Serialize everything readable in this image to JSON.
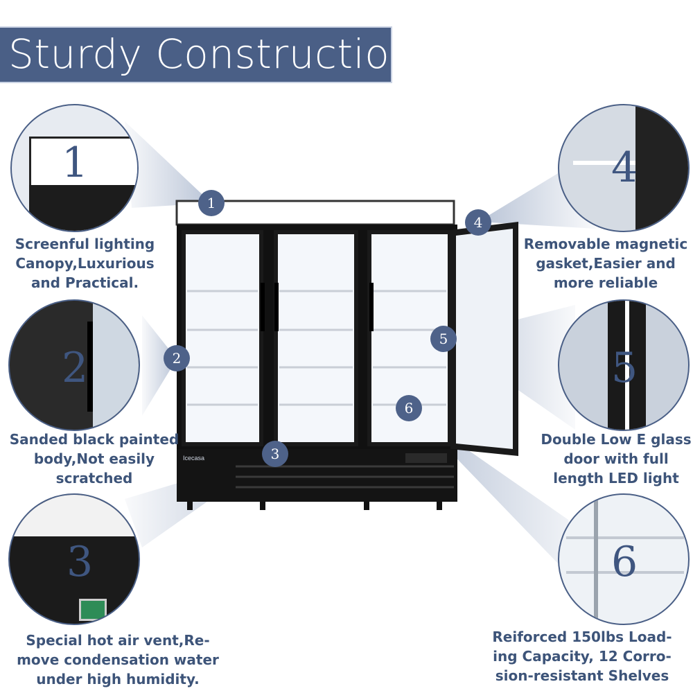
{
  "banner": {
    "title": "Sturdy Construction:"
  },
  "features": [
    {
      "number": "1",
      "caption": "Screenful lighting\nCanopy,Luxurious\nand Practical."
    },
    {
      "number": "2",
      "caption": "Sanded black painted\nbody,Not easily\nscratched"
    },
    {
      "number": "3",
      "caption": "Special hot air vent,Re-\nmove condensation water\nunder high humidity."
    },
    {
      "number": "4",
      "caption": "Removable magnetic\ngasket,Easier and\nmore reliable"
    },
    {
      "number": "5",
      "caption": "Double Low E glass\ndoor with full\nlength LED light"
    },
    {
      "number": "6",
      "caption": "Reiforced 150lbs Load-\ning Capacity, 12 Corro-\nsion-resistant Shelves"
    }
  ],
  "product": {
    "brand": "Icecasa"
  },
  "colors": {
    "accent": "#4a5f86",
    "text": "#3d5479"
  }
}
